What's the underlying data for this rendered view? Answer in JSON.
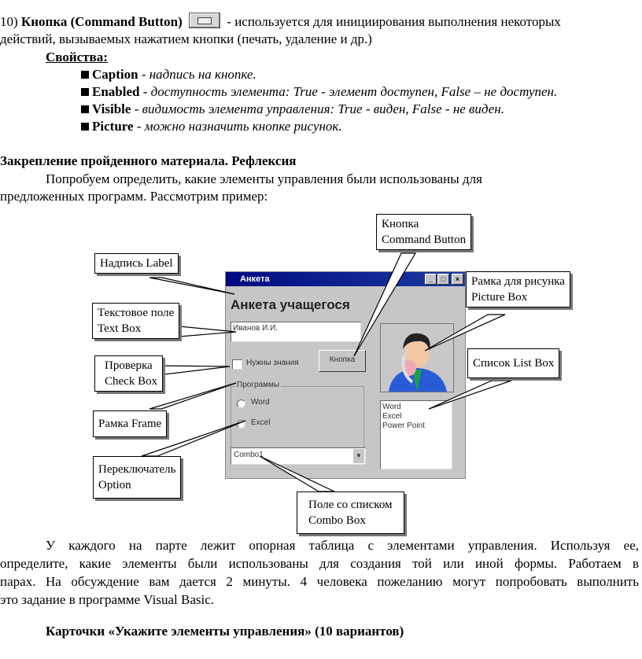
{
  "intro": {
    "number": "10)",
    "title": "Кнопка (Command Button)",
    "rest": "- используется для инициирования выполнения некоторых",
    "line2": "действий, вызываемых нажатием кнопки (печать, удаление и др.)",
    "icon": "command-button-icon"
  },
  "properties": {
    "heading": "Свойства:",
    "items": [
      {
        "name": "Caption",
        "desc": "надпись на кнопке."
      },
      {
        "name": "Enabled",
        "desc": "доступность элемента: True - элемент доступен, False – не доступен."
      },
      {
        "name": "Visible",
        "desc": "видимость элемента управления: True  - виден,   False  - не виден."
      },
      {
        "name": "Picture",
        "desc": "можно назначить кнопке рисунок."
      }
    ]
  },
  "section": {
    "heading": "Закрепление пройденного материала. Рефлексия",
    "p1": "Попробуем определить, какие элементы управления были использованы для",
    "p2": "предложенных программ. Рассмотрим пример:"
  },
  "figure": {
    "window_title": "Анкета",
    "form_label": "Анкета учащегося",
    "textbox_value": "Иванов И.И.",
    "checkbox_label": "Нужны знания",
    "button_caption": "Кнопка",
    "frame_caption": "Программы",
    "options": [
      "Word",
      "Excel"
    ],
    "combo_value": "Combo1",
    "list_items": [
      "Word",
      "Excel",
      "Power Point"
    ],
    "callouts": {
      "label": [
        "Надпись Label"
      ],
      "textbox": [
        "Текстовое поле",
        "Text Box"
      ],
      "checkbox": [
        "Проверка",
        "Check Box"
      ],
      "frame": [
        "Рамка Frame"
      ],
      "option": [
        "Переключатель",
        "Option"
      ],
      "combo": [
        "Поле со списком",
        "Combo Box"
      ],
      "command": [
        "Кнопка",
        "Command Button"
      ],
      "picture": [
        "Рамка для рисунка",
        "Picture Box"
      ],
      "listbox": [
        "Список List Box"
      ]
    }
  },
  "para": [
    "У каждого на парте лежит опорная таблица с элементами управления. Используя ее,",
    "определите, какие элементы были использованы для создания той или иной формы. Работаем в",
    "парах. На обсуждение вам дается 2 минуты. 4 человека пожеланию могут попробовать выполнить",
    "это задание в программе Visual Basic."
  ],
  "cards": "Карточки «Укажите элементы управления» (10 вариантов)"
}
